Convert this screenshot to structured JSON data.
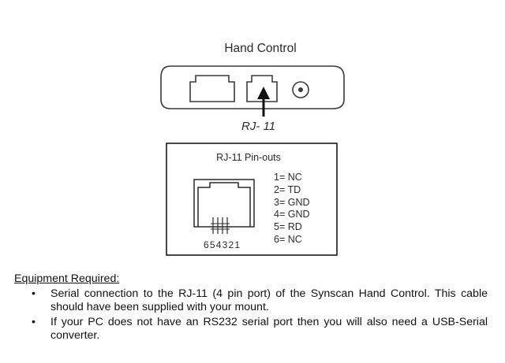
{
  "diagram": {
    "device_title": "Hand Control",
    "port_label": "RJ- 11",
    "pinout_title": "RJ-11 Pin-outs",
    "pin_numbers": "654321",
    "pins": [
      "1= NC",
      "2= TD",
      "3= GND",
      "4= GND",
      "5= RD",
      "6= NC"
    ]
  },
  "equipment": {
    "heading": "Equipment Required:",
    "bullet_symbol": "•",
    "items": [
      "Serial connection to the RJ-11 (4 pin port) of the Synscan Hand Control. This cable should have been supplied with your mount.",
      "If your PC does not have an RS232 serial port then you will also need a USB-Serial converter."
    ]
  }
}
